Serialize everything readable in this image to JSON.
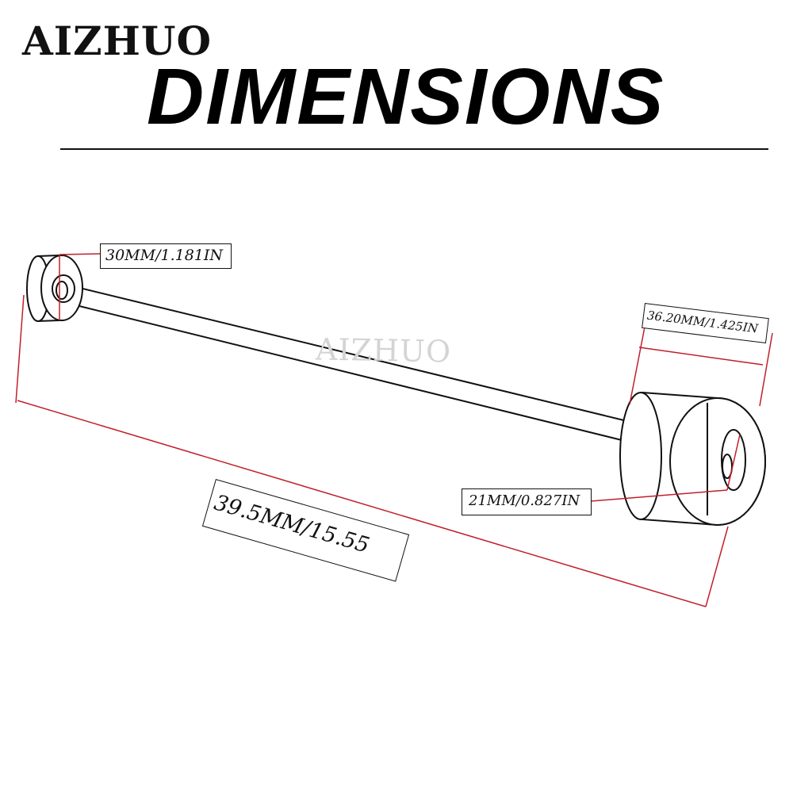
{
  "header": {
    "brand": "AIZHUO",
    "title": "DIMENSIONS"
  },
  "watermark": "AIZHUO",
  "labels": {
    "left_slider_diameter": "30MM/1.181IN",
    "right_slider_width": "36.20MM/1.425IN",
    "bolt_hole_diameter": "21MM/0.827IN",
    "overall_length": "39.5MM/15.55"
  },
  "colors": {
    "dimension_line": "#c0202a",
    "outline": "#111111",
    "watermark": "#d4d4d4"
  }
}
